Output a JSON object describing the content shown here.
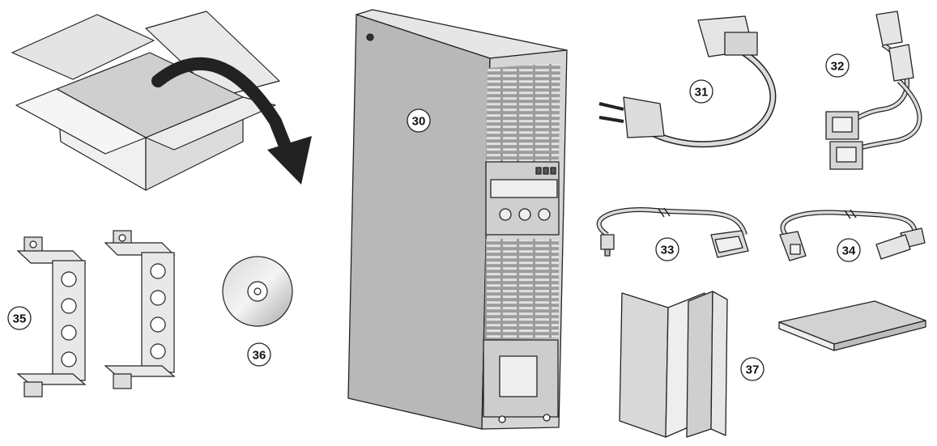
{
  "callouts": {
    "ups": "30",
    "power_cord": "31",
    "output_cords": "32",
    "serial_cable": "33",
    "usb_cable": "34",
    "cable_brackets": "35",
    "cd": "36",
    "documents": "37"
  },
  "colors": {
    "stroke": "#222222",
    "panel_light": "#e6e6e6",
    "panel_mid": "#bdbdbd",
    "panel_dark": "#8c8c8c",
    "background": "#ffffff"
  },
  "icons": {
    "box": "open-box-icon",
    "arrow": "curved-arrow-icon"
  }
}
